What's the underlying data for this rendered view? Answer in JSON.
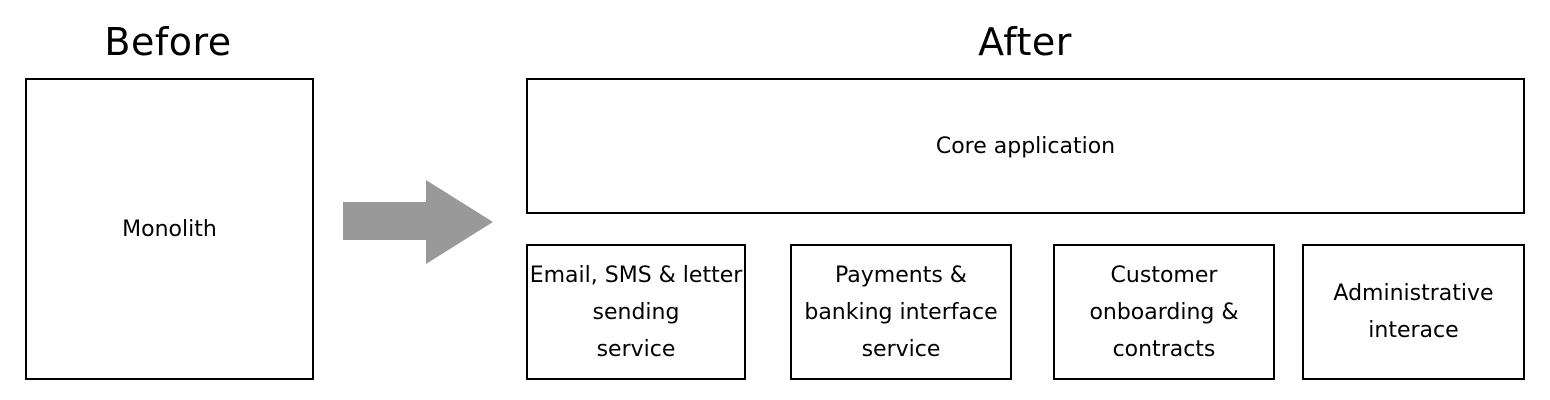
{
  "before": {
    "heading": "Before",
    "box_label": "Monolith"
  },
  "after": {
    "heading": "After",
    "core_label": "Core application",
    "services": [
      {
        "label": "Email, SMS & letter\nsending\nservice"
      },
      {
        "label": "Payments &\nbanking interface\nservice"
      },
      {
        "label": "Customer\nonboarding &\ncontracts"
      },
      {
        "label": "Administrative\ninterace"
      }
    ]
  },
  "colors": {
    "arrow": "#999999",
    "border": "#000000",
    "background": "#ffffff"
  },
  "icons": {
    "transition": "right-arrow-icon"
  }
}
